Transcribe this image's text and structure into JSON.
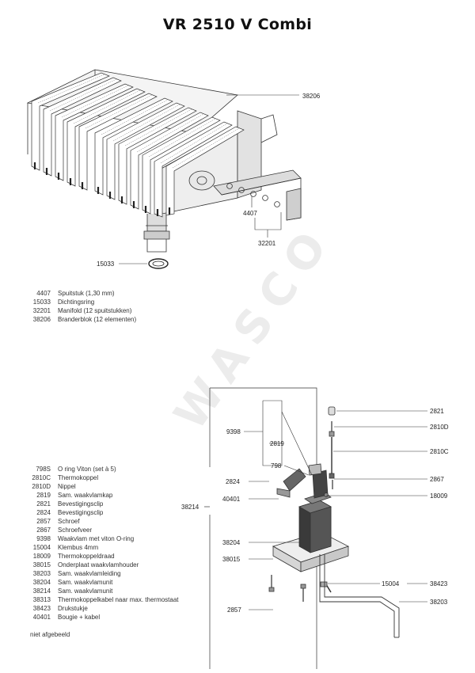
{
  "title": "VR 2510 V Combi",
  "watermark": "WASCO",
  "burner_callouts": {
    "c38206": "38206",
    "c4407": "4407",
    "c32201": "32201",
    "c15033": "15033"
  },
  "burner_legend": [
    {
      "code": "4407",
      "desc": "Spuitstuk (1,30 mm)"
    },
    {
      "code": "15033",
      "desc": "Dichtingsring"
    },
    {
      "code": "32201",
      "desc": "Manifold (12 spuitstukken)"
    },
    {
      "code": "38206",
      "desc": "Branderblok (12 elementen)"
    }
  ],
  "pilot_callouts": {
    "c2821": "2821",
    "c2810D": "2810D",
    "c2810C": "2810C",
    "c2867": "2867",
    "c18009": "18009",
    "c9398": "9398",
    "c2819": "2819",
    "c798": "798",
    "c2824": "2824",
    "c40401": "40401",
    "c38214": "38214",
    "c38204": "38204",
    "c38015": "38015",
    "c15004": "15004",
    "c38423": "38423",
    "c2857": "2857",
    "c38203": "38203"
  },
  "pilot_legend": [
    {
      "code": "798S",
      "desc": "O ring Viton (set à 5)"
    },
    {
      "code": "2810C",
      "desc": "Thermokoppel"
    },
    {
      "code": "2810D",
      "desc": "Nippel"
    },
    {
      "code": "2819",
      "desc": "Sam. waakvlamkap"
    },
    {
      "code": "2821",
      "desc": "Bevestigingsclip"
    },
    {
      "code": "2824",
      "desc": "Bevestigingsclip"
    },
    {
      "code": "2857",
      "desc": "Schroef"
    },
    {
      "code": "2867",
      "desc": "Schroefveer"
    },
    {
      "code": "9398",
      "desc": "Waakvlam met viton O-ring"
    },
    {
      "code": "15004",
      "desc": "Klembus 4mm"
    },
    {
      "code": "18009",
      "desc": "Thermokoppeldraad"
    },
    {
      "code": "38015",
      "desc": "Onderplaat waakvlamhouder"
    },
    {
      "code": "38203",
      "desc": "Sam. waakvlamleiding"
    },
    {
      "code": "38204",
      "desc": "Sam. waakvlamunit"
    },
    {
      "code": "38214",
      "desc": "Sam. waakvlamunit"
    },
    {
      "code": "38313",
      "desc": "Thermokoppelkabel naar max. thermostaat"
    },
    {
      "code": "38423",
      "desc": "Drukstukje"
    },
    {
      "code": "40401",
      "desc": "Bougie + kabel"
    }
  ],
  "footnote": "niet afgebeeld"
}
